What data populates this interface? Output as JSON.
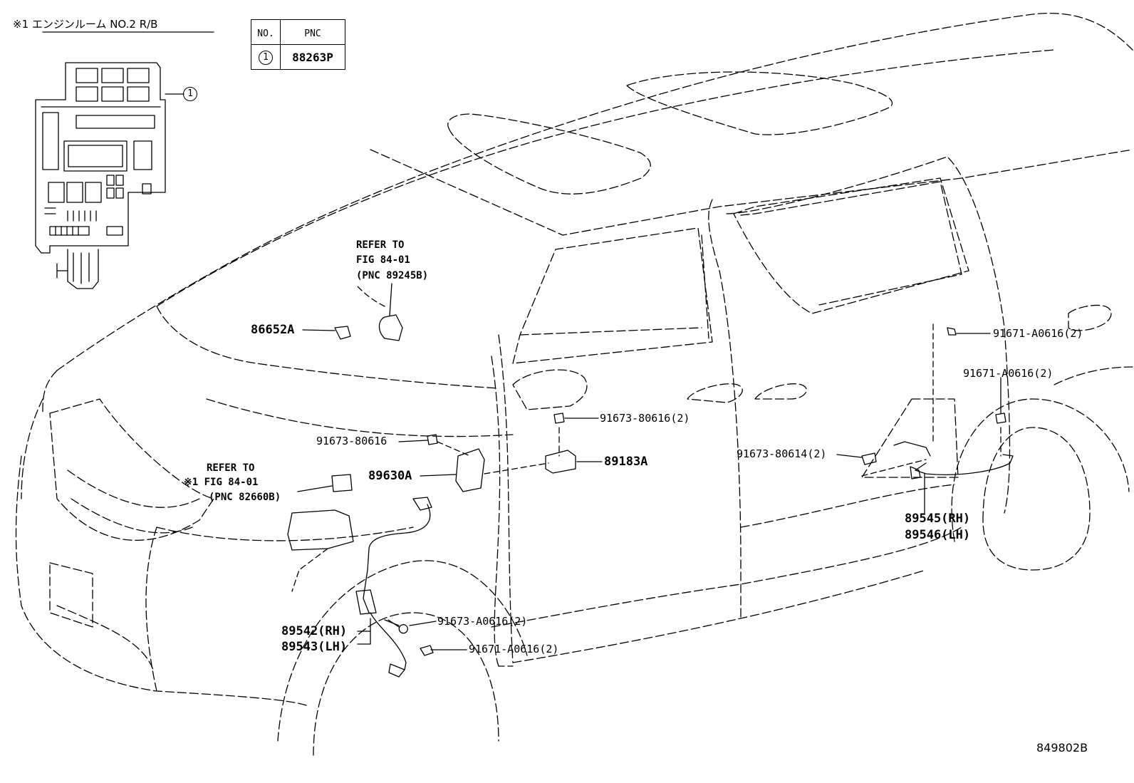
{
  "header_note": "※1 エンジンルーム  NO.2 R/B",
  "callout_1": "1",
  "table": {
    "headers": [
      "NO.",
      "PNC"
    ],
    "rows": [
      {
        "no": "1",
        "pnc": "88263P"
      }
    ]
  },
  "labels": {
    "refer_top_l1": "REFER TO",
    "refer_top_l2": "FIG 84-01",
    "refer_top_l3": "(PNC 89245B)",
    "p86652A": "86652A",
    "bolt_91673_80616_left": "91673-80616",
    "bolt_91673_80616_2": "91673-80616(2)",
    "p89183A": "89183A",
    "p89630A": "89630A",
    "refer_mid_l1": "REFER TO",
    "refer_mid_l2": "※1 FIG 84-01",
    "refer_mid_l3": "(PNC 82660B)",
    "bolt_91673_80614_2": "91673-80614(2)",
    "bolt_91671_A0616_2_top": "91671-A0616(2)",
    "bolt_91671_A0616_2_mid": "91671-A0616(2)",
    "p89545": "89545(RH)",
    "p89546": "89546(LH)",
    "bolt_91673_A0616_2": "91673-A0616(2)",
    "bolt_91671_A0616_2_low": "91671-A0616(2)",
    "p89542": "89542(RH)",
    "p89543": "89543(LH)",
    "figure_code": "849802B"
  }
}
